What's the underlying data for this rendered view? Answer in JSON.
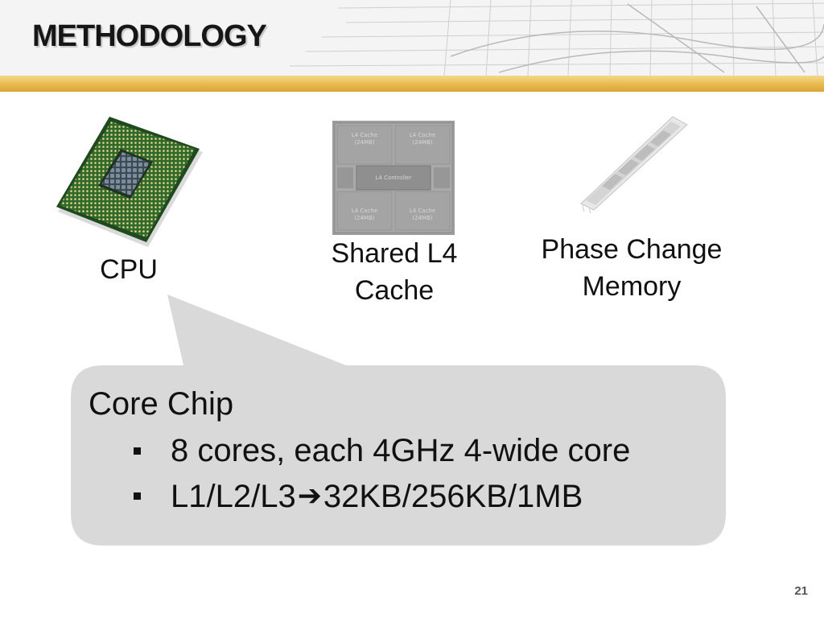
{
  "slide": {
    "title": "METHODOLOGY",
    "page_number": "21"
  },
  "components": {
    "cpu_label": "CPU",
    "l4_label_line1": "Shared L4",
    "l4_label_line2": "Cache",
    "pcm_label_line1": "Phase Change",
    "pcm_label_line2": "Memory"
  },
  "l4_diagram": {
    "cache_label": "L4 Cache",
    "cache_size": "(24MB)",
    "controller_label": "L4 Controller"
  },
  "callout": {
    "heading": "Core Chip",
    "bullets": [
      {
        "text": "8 cores, each 4GHz 4-wide core"
      },
      {
        "prefix": "L1/L2/L3",
        "icon": "right-arrow-icon",
        "suffix": "32KB/256KB/1MB"
      }
    ]
  },
  "colors": {
    "accent_gold": "#e9b94e",
    "callout_fill": "#d9d9d9"
  }
}
